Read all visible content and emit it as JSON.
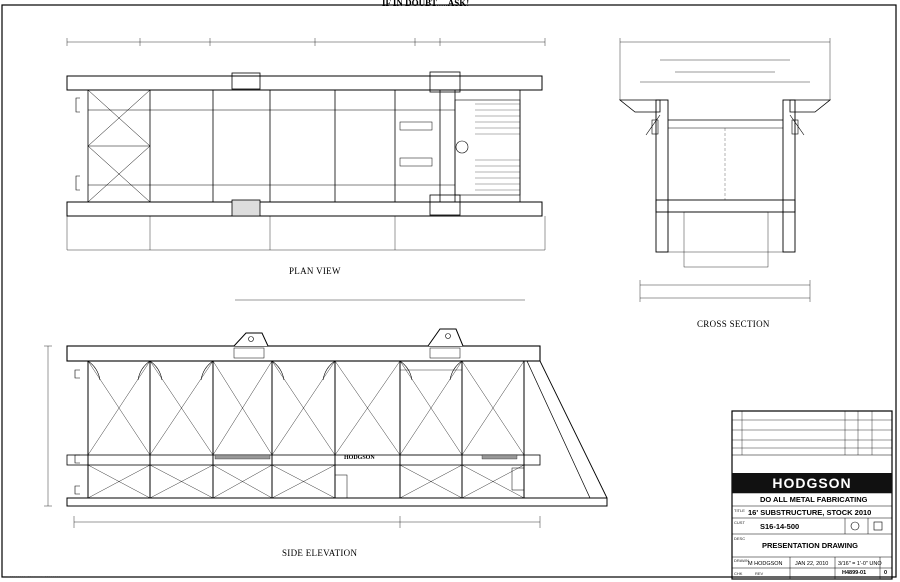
{
  "sheet": {
    "header_note": "IF IN DOUBT.....ASK!",
    "footer_note": "... ........ ........ ........",
    "views": {
      "plan": "PLAN VIEW",
      "cross": "CROSS SECTION",
      "side": "SIDE ELEVATION"
    },
    "side_stencil": "HODGSON"
  },
  "title_block": {
    "company": "HODGSON",
    "subtitle": "DO ALL METAL FABRICATING",
    "title_label": "TITLE",
    "title": "16' SUBSTRUCTURE, STOCK 2010",
    "cust_label": "CUST",
    "part_no": "S16-14-500",
    "desc_label": "DESC",
    "description": "PRESENTATION DRAWING",
    "drawn_label": "DRAWN",
    "drawn_by": "M HODGSON",
    "date": "JAN 22, 2010",
    "scale": "3/16\" = 1'-0\" UNO",
    "dwg_no": "H4899-01",
    "sheet_no": "0",
    "chk": "CHK",
    "rev": "REV"
  }
}
